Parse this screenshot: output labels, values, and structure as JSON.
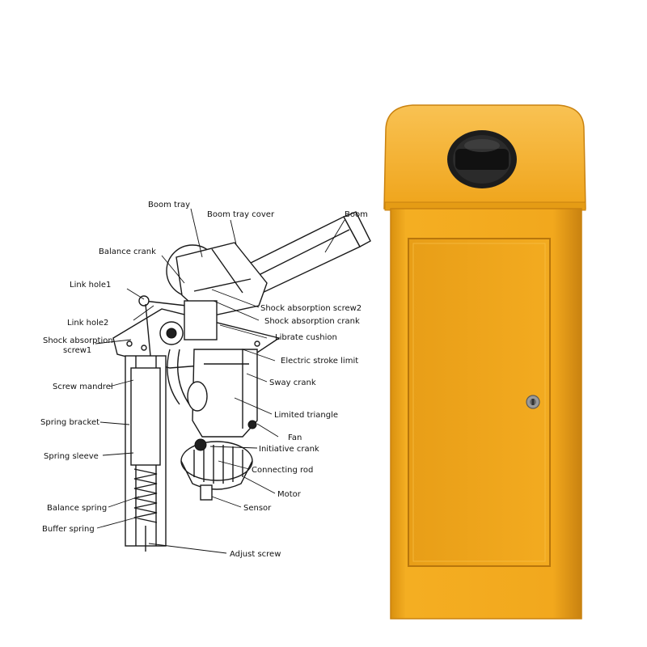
{
  "labels": {
    "boom_tray": "Boom tray",
    "boom_tray_cover": "Boom tray cover",
    "boom": "Boom",
    "balance_crank": "Balance crank",
    "link_hole1": "Link hole1",
    "link_hole2": "Link hole2",
    "shock_absorption_screw1_line1": "Shock absorption",
    "shock_absorption_screw1_line2": "screw1",
    "shock_absorption_screw2": "Shock absorption screw2",
    "shock_absorption_crank": "Shock absorption crank",
    "librate_cushion": "Librate cushion",
    "electric_stroke_limit": "Electric stroke limit",
    "screw_mandrel": "Screw mandrel",
    "sway_crank": "Sway crank",
    "limited_triangle": "Limited triangle",
    "spring_bracket": "Spring bracket",
    "fan": "Fan",
    "initiative_crank": "Initiative crank",
    "spring_sleeve": "Spring sleeve",
    "connecting_rod": "Connecting rod",
    "motor": "Motor",
    "sensor": "Sensor",
    "balance_spring": "Balance spring",
    "buffer_spring": "Buffer spring",
    "adjust_screw": "Adjust screw"
  },
  "colors": {
    "cabinet_body": "#F2A81D",
    "cabinet_shadow": "#D48C10",
    "cabinet_highlight": "#F9C253",
    "indicator_lamp": "#1C1C1C",
    "lock": "#8A8A8A"
  },
  "icons": {
    "lamp": "indicator-lamp-icon",
    "lock": "door-lock-icon"
  }
}
